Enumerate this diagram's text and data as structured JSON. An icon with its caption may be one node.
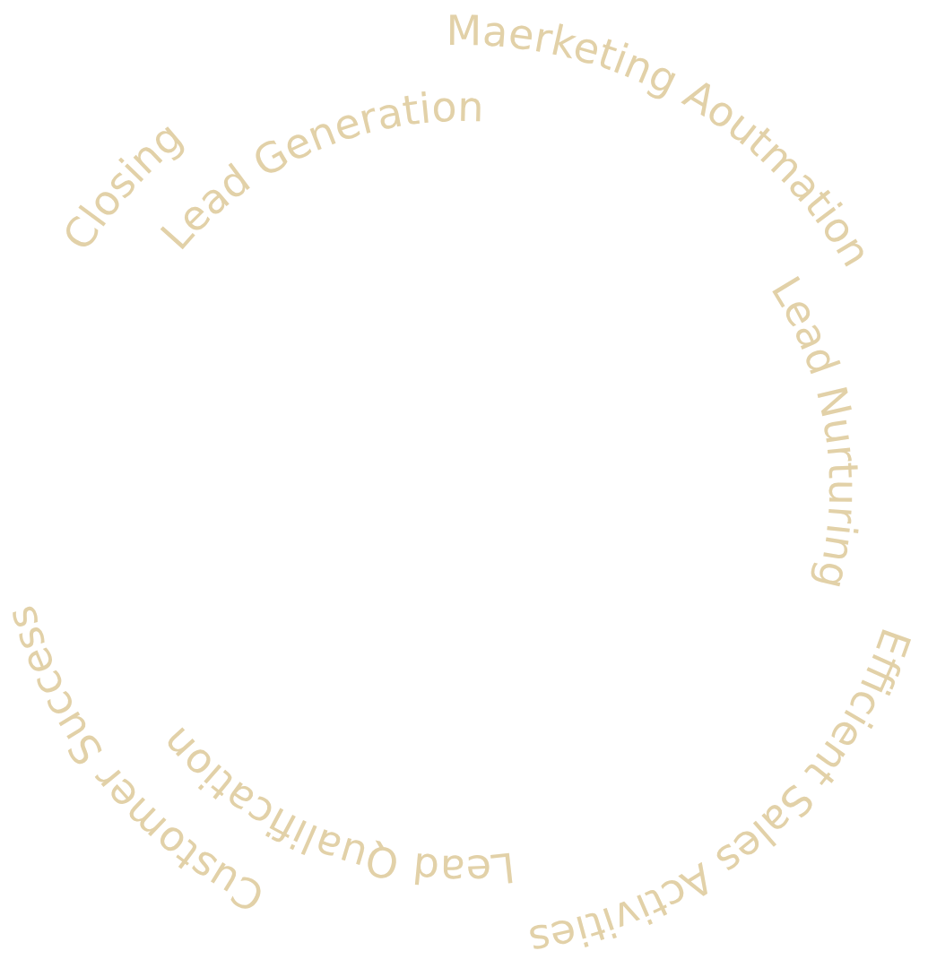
{
  "diagram": {
    "labels": [
      "Maerketing Aoutmation",
      "Closing",
      "Lead Generation",
      "Lead Nurturing",
      "Efficient Sales Activities",
      "Customer Success",
      "Lead Qualification"
    ]
  }
}
